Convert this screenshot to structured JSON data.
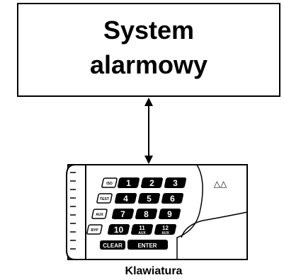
{
  "system_box": {
    "line1": "System",
    "line2": "alarmowy"
  },
  "keypad": {
    "caption": "Klawiatura",
    "indicator_glyphs": "△△",
    "rows": [
      {
        "side": "ISO",
        "keys": [
          {
            "main": "1",
            "sub": ""
          },
          {
            "main": "2",
            "sub": ""
          },
          {
            "main": "3",
            "sub": ""
          }
        ]
      },
      {
        "side": "TEST",
        "keys": [
          {
            "main": "4",
            "sub": ""
          },
          {
            "main": "5",
            "sub": ""
          },
          {
            "main": "6",
            "sub": ""
          }
        ]
      },
      {
        "side": "AUX",
        "keys": [
          {
            "main": "7",
            "sub": ""
          },
          {
            "main": "8",
            "sub": ""
          },
          {
            "main": "9",
            "sub": ""
          }
        ]
      },
      {
        "side": "BYP",
        "keys": [
          {
            "main": "10",
            "sub": ""
          },
          {
            "main": "11",
            "sub": "AUX"
          },
          {
            "main": "12",
            "sub": "AUX"
          }
        ]
      }
    ],
    "clear_label": "CLEAR",
    "enter_label": "ENTER"
  }
}
